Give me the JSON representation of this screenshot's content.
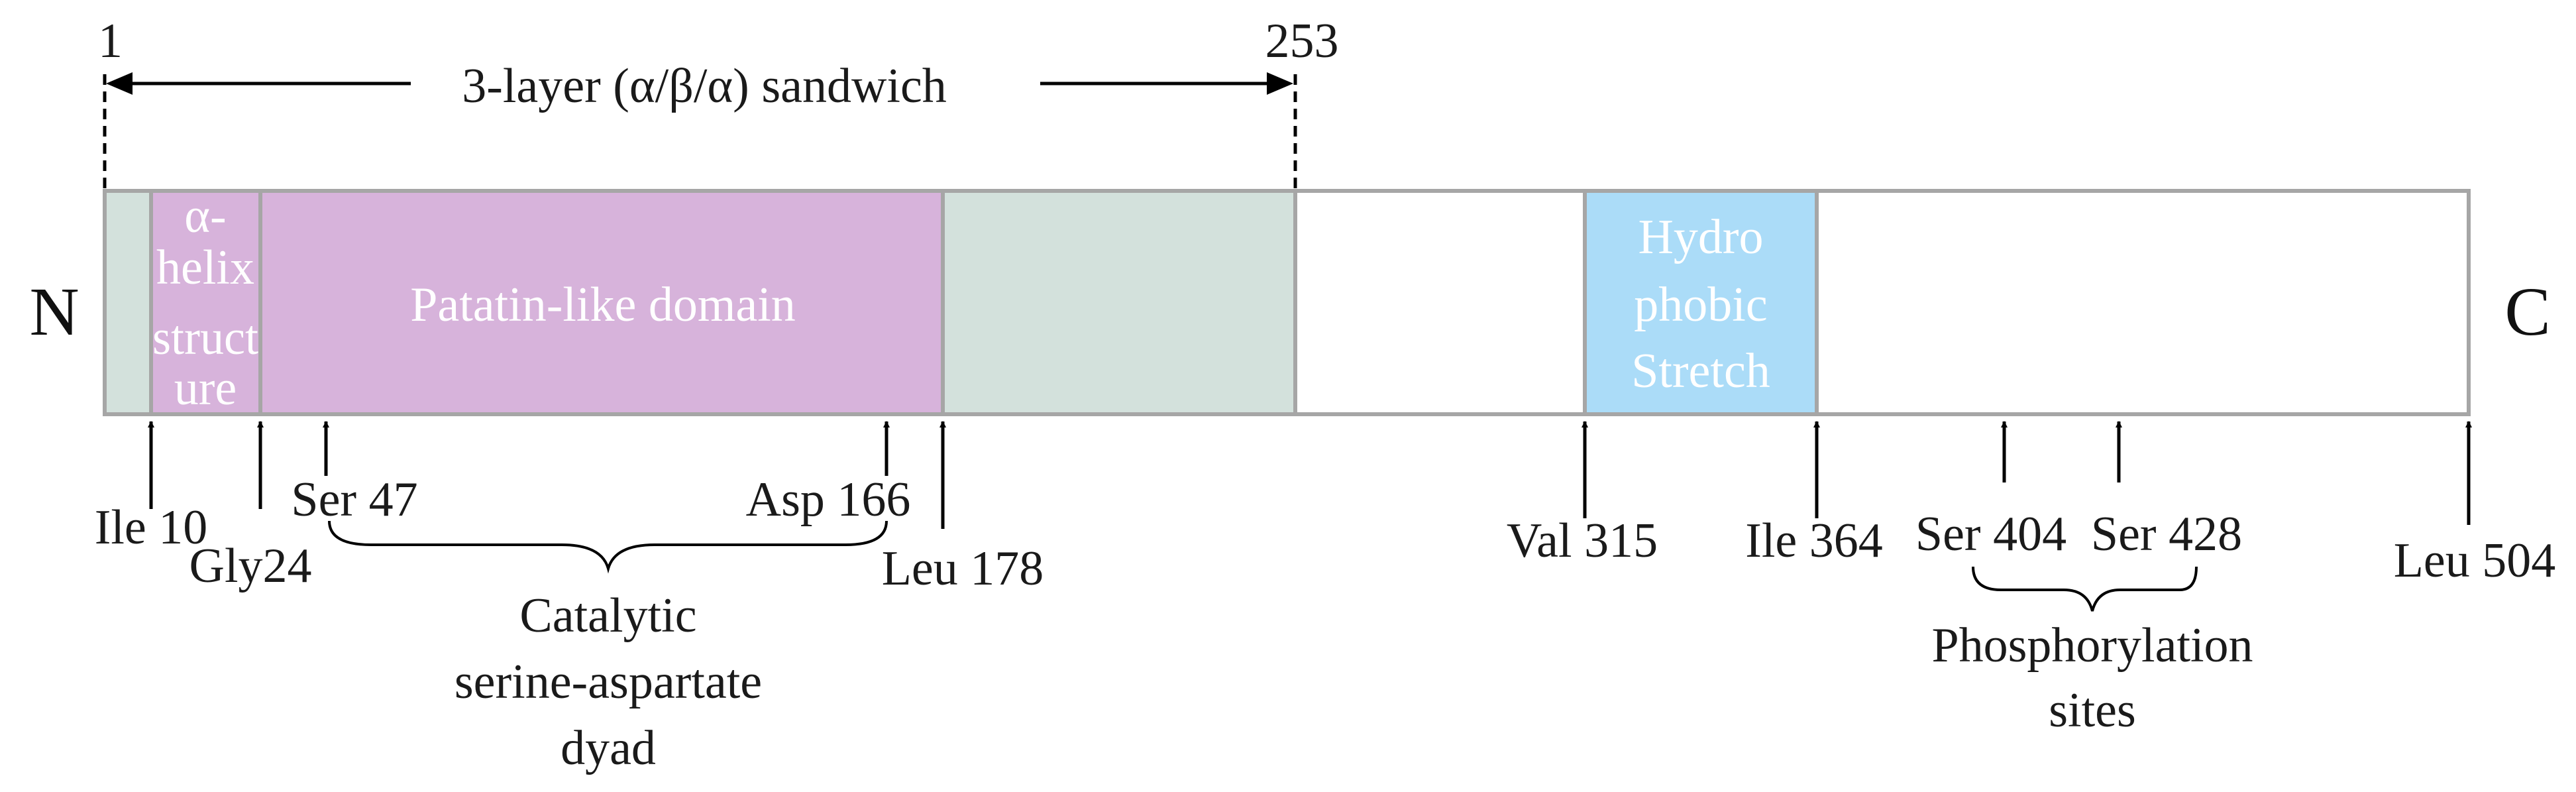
{
  "termini": {
    "n": "N",
    "c": "C"
  },
  "span": {
    "start": "1",
    "end": "253",
    "label": "3-layer (α/β/α) sandwich"
  },
  "domains": {
    "helix": [
      "α-",
      "helix",
      "struct",
      "ure"
    ],
    "patatin": "Patatin-like domain",
    "hydro": [
      "Hydro",
      "phobic",
      "Stretch"
    ]
  },
  "residues": {
    "ile10": "Ile 10",
    "gly24": "Gly24",
    "ser47": "Ser 47",
    "asp166": "Asp 166",
    "leu178": "Leu 178",
    "val315": "Val 315",
    "ile364": "Ile 364",
    "ser404": "Ser 404",
    "ser428": "Ser 428",
    "leu504": "Leu 504"
  },
  "groups": {
    "catalytic": [
      "Catalytic",
      "serine-aspartate",
      "dyad"
    ],
    "phospho": [
      "Phosphorylation",
      "sites"
    ]
  },
  "colors": {
    "sandwich_fill": "#d3e1dc",
    "patatin_fill": "#d7b3db",
    "hydro_fill": "#abdcf8",
    "box_stroke": "#a6a6a6"
  }
}
